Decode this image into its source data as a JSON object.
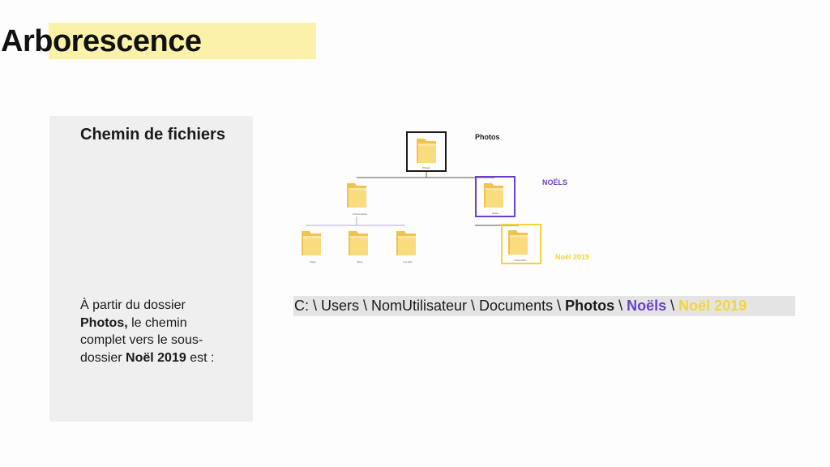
{
  "title": "Arborescence",
  "panel": {
    "heading": "Chemin de fichiers",
    "text_1": "À partir du dossier ",
    "text_bold_1": "Photos,",
    "text_2": " le chemin complet vers le sous-dossier ",
    "text_bold_2": "Noël 2019",
    "text_3": " est :"
  },
  "tree": {
    "label_photos": "Photos",
    "label_noels": "NOËLS",
    "label_noel2019": "Noël 2019",
    "folder_root": "Photos",
    "folder_left": "Anniversaires",
    "folder_noels": "Noëls",
    "folder_noel2019": "Noël 2019",
    "folder_sub1": "Papa",
    "folder_sub2": "Boys",
    "folder_sub3": "Les girls"
  },
  "path": {
    "part_1": "C: \\ Users \\ NomUtilisateur \\ Documents \\ ",
    "part_photos": "Photos",
    "sep_1": " \\ ",
    "part_noels": "Noëls",
    "sep_2": " \\ ",
    "part_noel2019": "Noël 2019"
  },
  "colors": {
    "highlight": "#fbf1a8",
    "purple": "#6a3fc9",
    "yellow": "#f5d43a",
    "folder": "#f7d36b"
  }
}
